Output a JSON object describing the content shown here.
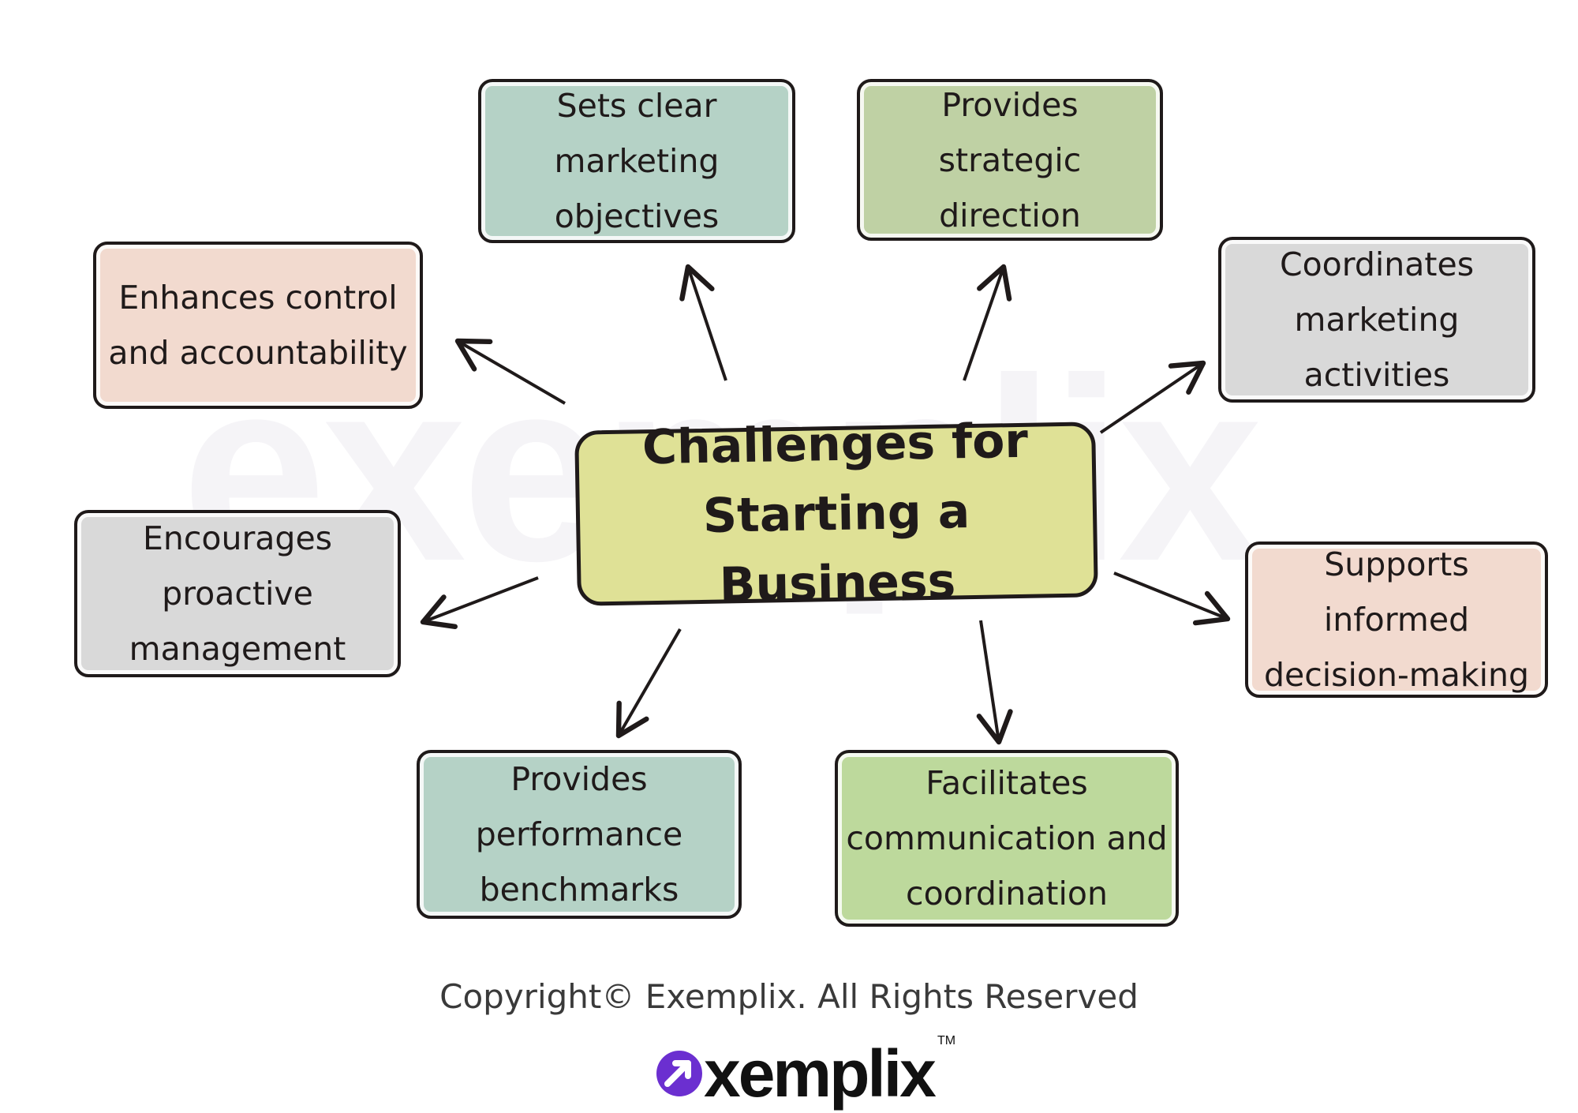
{
  "watermark": "exemplix",
  "center": {
    "line1": "Challenges for",
    "line2": "Starting a Business",
    "color": "#dfe196"
  },
  "nodes": [
    {
      "id": "sets-clear-marketing-objectives",
      "lines": [
        "Sets clear",
        "marketing",
        "objectives"
      ],
      "color": "#b5d2c6"
    },
    {
      "id": "provides-strategic-direction",
      "lines": [
        "Provides",
        "strategic",
        "direction"
      ],
      "color": "#bfd1a4"
    },
    {
      "id": "coordinates-marketing-activities",
      "lines": [
        "Coordinates",
        "marketing",
        "activities"
      ],
      "color": "#d9d9d9"
    },
    {
      "id": "supports-informed-decision-making",
      "lines": [
        "Supports",
        "informed",
        "decision-making"
      ],
      "color": "#f2dacf"
    },
    {
      "id": "facilitates-communication-and-coordination",
      "lines": [
        "Facilitates",
        "communication and",
        "coordination"
      ],
      "color": "#bdd99c"
    },
    {
      "id": "provides-performance-benchmarks",
      "lines": [
        "Provides",
        "performance",
        "benchmarks"
      ],
      "color": "#b5d2c6"
    },
    {
      "id": "encourages-proactive-management",
      "lines": [
        "Encourages",
        "proactive",
        "management"
      ],
      "color": "#d9d9d9"
    },
    {
      "id": "enhances-control-and-accountability",
      "lines": [
        "Enhances control",
        "and accountability"
      ],
      "color": "#f2dacf"
    }
  ],
  "footer": {
    "copyright": "Copyright© Exemplix. All Rights Reserved",
    "brand": "xemplix",
    "trademark": "TM",
    "brand_color": "#6b2fd0"
  }
}
